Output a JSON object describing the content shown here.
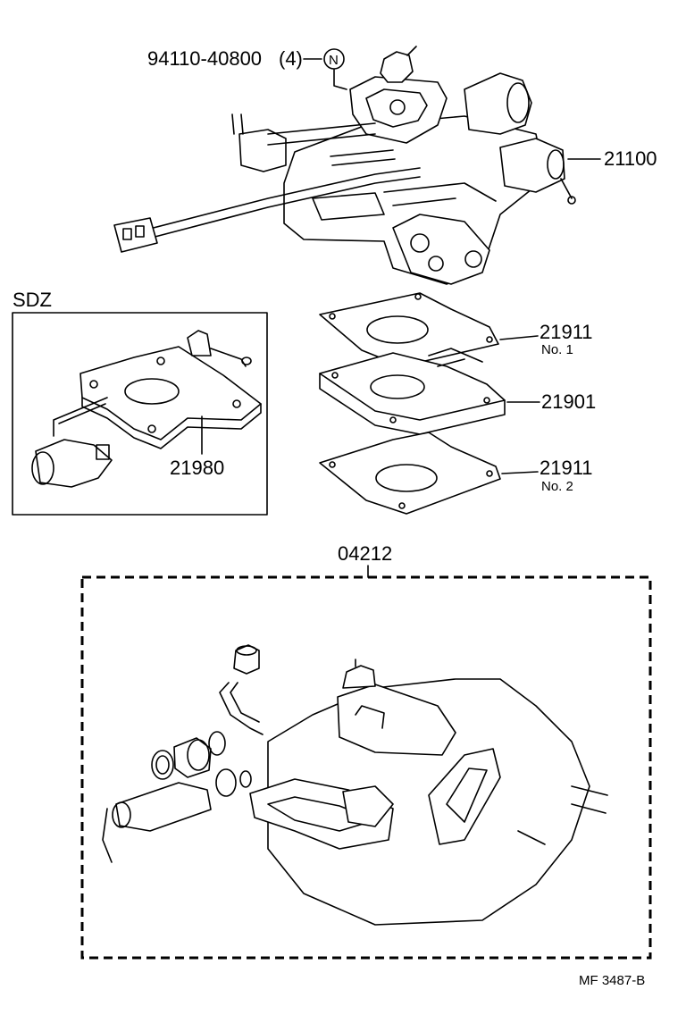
{
  "labels": {
    "bolt_part": "94110-40800",
    "bolt_qty": "(4)",
    "bolt_mark": "N",
    "carburetor": "21100",
    "sdz": "SDZ",
    "insulator_sdz": "21980",
    "gasket_no1": "21911",
    "gasket_no1_note": "No. 1",
    "insulator": "21901",
    "gasket_no2": "21911",
    "gasket_no2_note": "No. 2",
    "overhaul_kit": "04212",
    "figure_code": "MF  3487-B"
  }
}
